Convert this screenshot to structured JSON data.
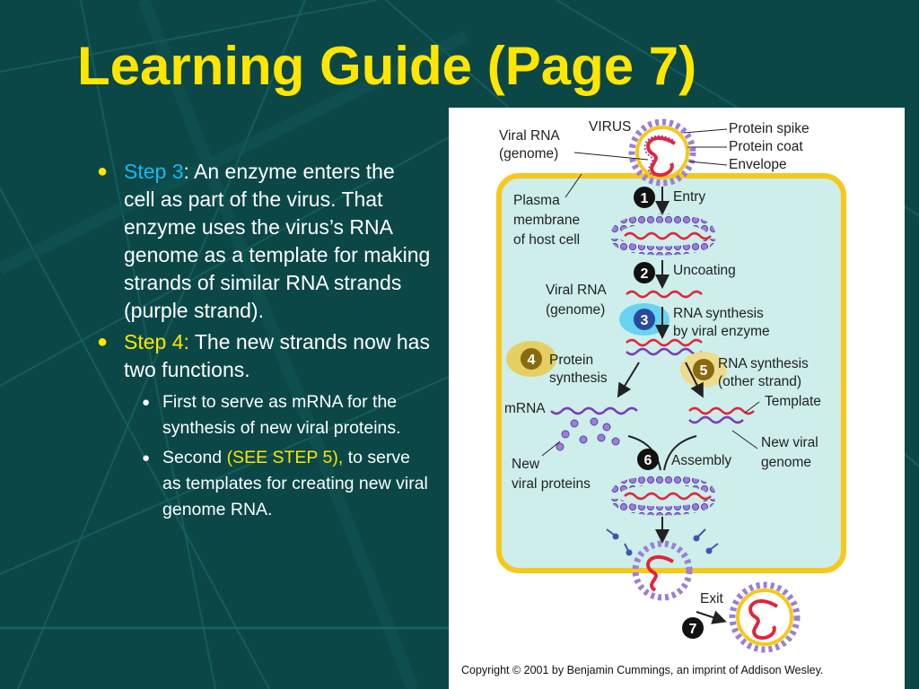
{
  "slide": {
    "title": "Learning Guide (Page 7)",
    "colors": {
      "background": "#0b4747",
      "title": "#ffe600",
      "highlight_cyan": "#16b8f0",
      "cell": "#cdeeea",
      "membrane": "#f6c81c"
    }
  },
  "bullets": [
    {
      "lead": "Step 3",
      "text": ": An enzyme enters the cell as part of the virus.  That enzyme uses the virus’s RNA genome as a template for making strands of similar RNA strands (purple strand)."
    },
    {
      "lead": "Step 4:",
      "text": " The new strands now has two functions."
    }
  ],
  "subbullets": [
    {
      "text": "First to serve as mRNA for the synthesis of new viral proteins."
    },
    {
      "before": "Second ",
      "highlight": "(SEE STEP 5),",
      "after": " to serve as templates for creating new viral genome RNA."
    }
  ],
  "diagram": {
    "virus_label": "VIRUS",
    "viral_rna_genome": [
      "Viral RNA",
      "(genome)"
    ],
    "protein_spike": "Protein spike",
    "protein_coat": "Protein coat",
    "envelope": "Envelope",
    "plasma_membrane": [
      "Plasma",
      "membrane",
      "of host cell"
    ],
    "steps": {
      "s1": {
        "num": "1",
        "label": "Entry"
      },
      "s2": {
        "num": "2",
        "label": "Uncoating"
      },
      "s3": {
        "num": "3",
        "label": [
          "RNA synthesis",
          "by viral enzyme"
        ]
      },
      "s4": {
        "num": "4",
        "label": [
          "Protein",
          "synthesis"
        ]
      },
      "s5": {
        "num": "5",
        "label": [
          "RNA synthesis",
          "(other strand)"
        ]
      },
      "s6": {
        "num": "6",
        "label": "Assembly"
      },
      "s7": {
        "num": "7",
        "label": "Exit"
      }
    },
    "genome_label": [
      "Viral RNA",
      "(genome)"
    ],
    "template": "Template",
    "mrna": "mRNA",
    "new_viral_genome": [
      "New viral",
      "genome"
    ],
    "new_viral_proteins": [
      "New",
      "viral proteins"
    ]
  },
  "copyright": "Copyright © 2001 by Benjamin Cummings, an imprint of Addison Wesley."
}
